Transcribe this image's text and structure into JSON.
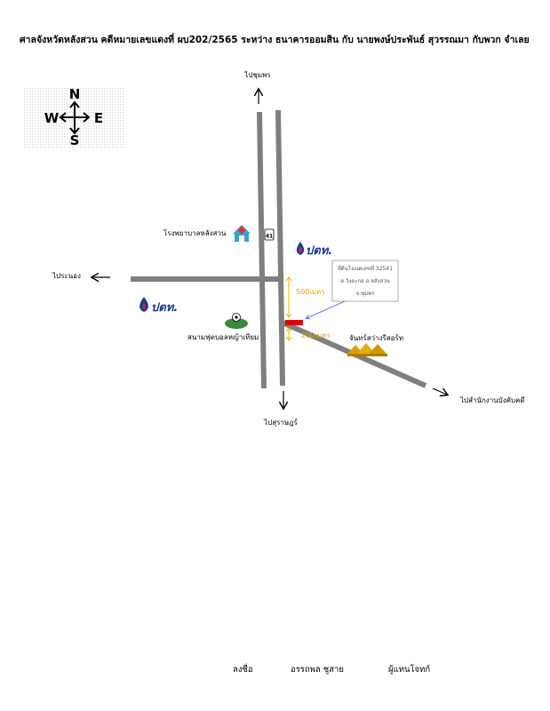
{
  "header": {
    "title": "ศาลจังหวัดหลังสวน  คดีหมายเลขแดงที่ ผบ202/2565 ระหว่าง ธนาคารออมสิน  กับ นายพงษ์ประพันธ์  สุวรรณมา  กับพวก  จำเลย"
  },
  "compass": {
    "north": "N",
    "south": "S",
    "west": "W",
    "east": "E"
  },
  "directions": {
    "north": "ไปชุมพร",
    "south": "ไปสุราษฎร์",
    "west": "ไประนอง",
    "southeast": "ไปสำนักงานบังคับคดี"
  },
  "landmarks": {
    "hospital": "โรงพยาบาลหลังสวน",
    "road_sign": "41",
    "stadium": "สนามฟุตบอลหญ้าเทียม",
    "resort": "จันทร์สว่างรีสอร์ท",
    "gas_station_brand": "ปตท."
  },
  "distances": {
    "upper": "500เมตร",
    "lower": "200เมตร"
  },
  "property_callout": {
    "line1": "ที่ดินโฉนดเลขที่ 32541",
    "line2": "ต.วังตะกอ อ.หลังสวน",
    "line3": "จ.ชุมพร"
  },
  "footer": {
    "sign_label": "ลงชื่อ",
    "signer_name": "อรรถพล ชูสาย",
    "signer_role": "ผู้แทนโจทก์"
  },
  "colors": {
    "road": "#7f7f7f",
    "property_marker": "#e00000",
    "distance_marker": "#f0b400",
    "hospital_icon": "#3aa0c8",
    "ptt_blue": "#1b3b8f",
    "ptt_red": "#d8262c"
  }
}
